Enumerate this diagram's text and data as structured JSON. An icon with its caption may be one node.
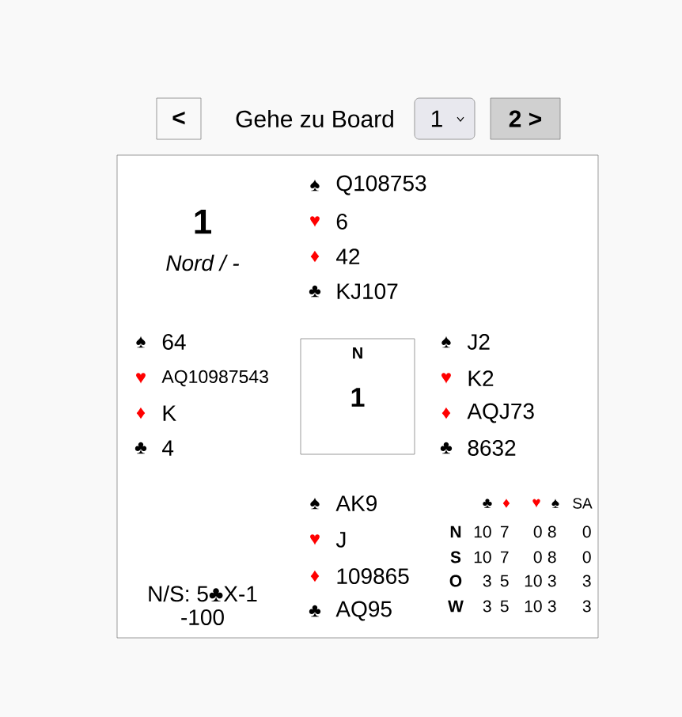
{
  "diagram": {
    "nodes": [
      {
        "text": [
          "<"
        ]
      },
      {
        "text": [
          "1"
        ]
      },
      {
        "text": [
          "2 >"
        ]
      },
      {
        "text": [
          "1",
          "Nord / -",
          "N/S: 5♣X-1",
          "-100"
        ]
      },
      {
        "text": [
          "N",
          "1"
        ],
        "in": 3
      }
    ],
    "labels": [
      "Gehe zu Board",
      "♠",
      "Q108753",
      "♥",
      "6",
      "♦",
      "42",
      "♣",
      "KJ107",
      "♠",
      "64",
      "♥",
      "AQ10987543",
      "♦",
      "K",
      "♣",
      "4",
      "♠",
      "J2",
      "♥",
      "K2",
      "♦",
      "AQJ73",
      "♣",
      "8632",
      "♠",
      "AK9",
      "♥",
      "J",
      "♦",
      "109865",
      "♣",
      "AQ95",
      "♣",
      "♦",
      "♥",
      "♠",
      "SA",
      "N",
      "10",
      "7",
      "0",
      "8",
      "0",
      "S",
      "10",
      "7",
      "0",
      "8",
      "0",
      "O",
      "3",
      "5",
      "10",
      "3",
      "3",
      "W",
      "3",
      "5",
      "10",
      "3",
      "3"
    ]
  }
}
